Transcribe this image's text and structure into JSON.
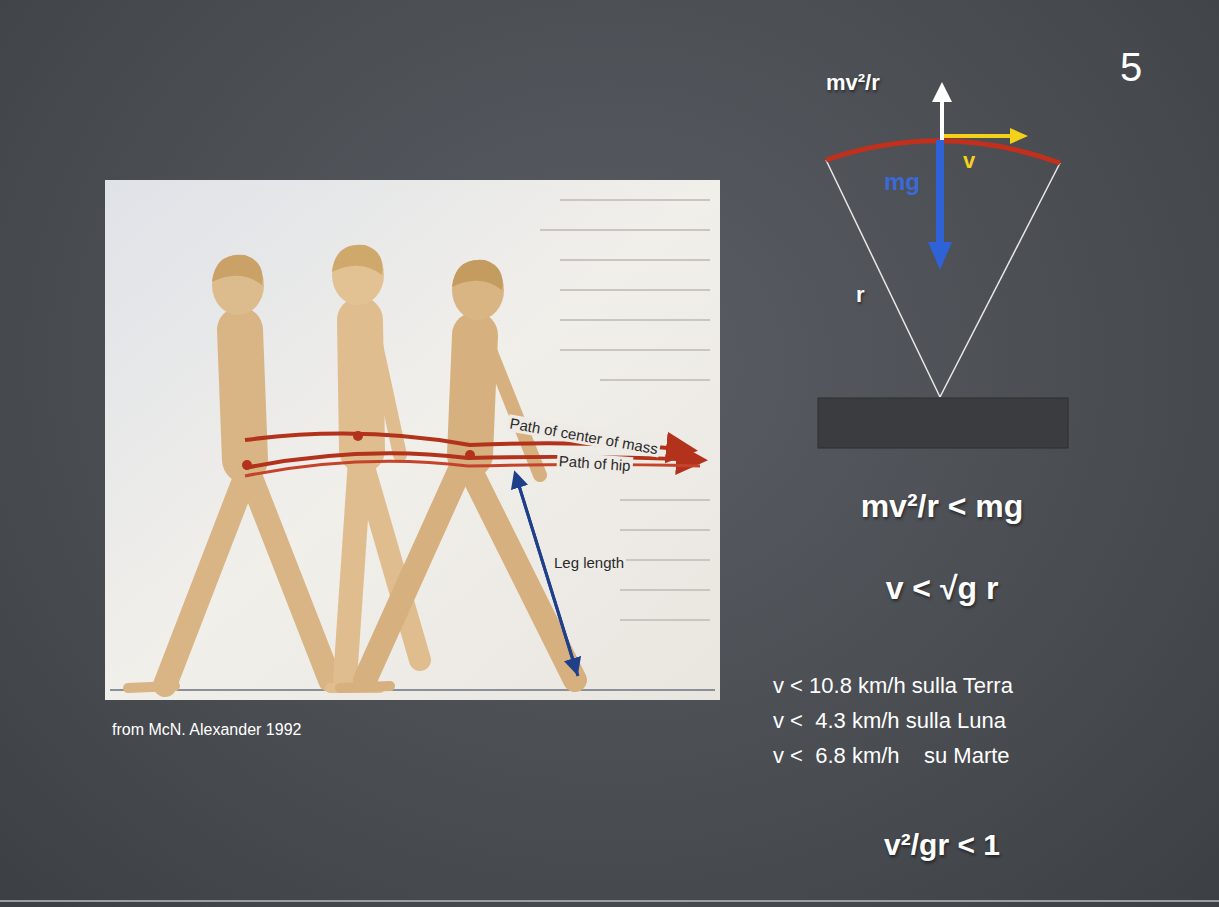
{
  "diagram": {
    "labels": [
      "5",
      "mv²/r",
      "v",
      "mg",
      "r",
      "Path of center of mass",
      "Path of hip",
      "Leg length",
      "from McN. Alexander 1992",
      "mv²/r < mg",
      "v < √g r",
      "v < 10.8 km/h sulla Terra",
      "v <  4.3 km/h sulla Luna",
      "v <  6.8 km/h    su Marte",
      "v²/gr < 1"
    ]
  }
}
